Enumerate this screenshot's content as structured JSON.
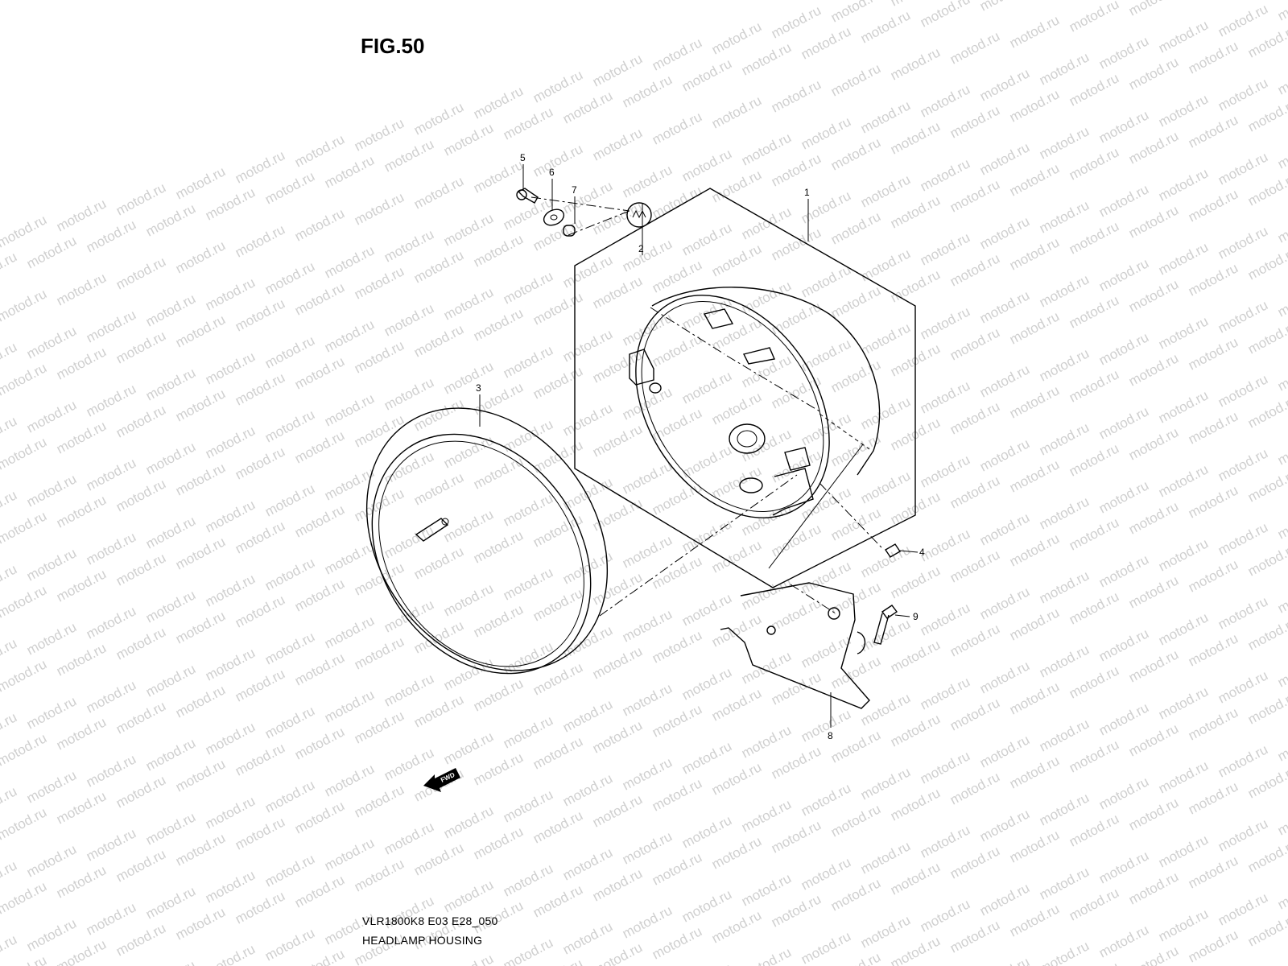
{
  "figure": {
    "title": "FIG.50"
  },
  "footer": {
    "model_code": "VLR1800K8 E03 E28_050",
    "caption": "HEADLAMP HOUSING"
  },
  "watermark": {
    "text": "motod.ru"
  },
  "direction_marker": {
    "text": "FWD"
  },
  "callouts": [
    "1",
    "2",
    "3",
    "4",
    "5",
    "6",
    "7",
    "8",
    "9"
  ]
}
